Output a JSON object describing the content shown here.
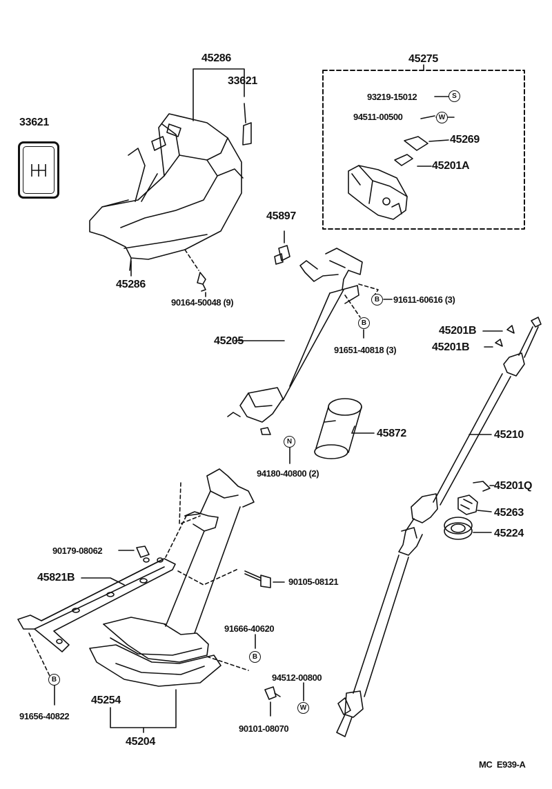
{
  "diagram": {
    "code": "MC  E939-A",
    "labels": {
      "p45286_top": "45286",
      "p33621_a": "33621",
      "p33621_b": "33621",
      "p45286_bot": "45286",
      "p90164": "90164-50048 (9)",
      "p45275": "45275",
      "p93219": "93219-15012",
      "p94511": "94511-00500",
      "p45269": "45269",
      "p45201A": "45201A",
      "p45897": "45897",
      "p91611": "91611-60616 (3)",
      "p91651": "91651-40818 (3)",
      "p45205": "45205",
      "p45201B_1": "45201B",
      "p45201B_2": "45201B",
      "p45872": "45872",
      "p94180": "94180-40800 (2)",
      "p45210": "45210",
      "p45201Q": "45201Q",
      "p45263": "45263",
      "p45224": "45224",
      "p90179": "90179-08062",
      "p45821B": "45821B",
      "p90105": "90105-08121",
      "p91666": "91666-40620",
      "p94512": "94512-00800",
      "p45254": "45254",
      "p91656": "91656-40822",
      "p90101": "90101-08070",
      "p45204": "45204"
    },
    "marks": {
      "s": "S",
      "w": "W",
      "b": "B",
      "n": "N"
    },
    "gear_pattern_icon": "gear-shift-pattern-icon"
  }
}
